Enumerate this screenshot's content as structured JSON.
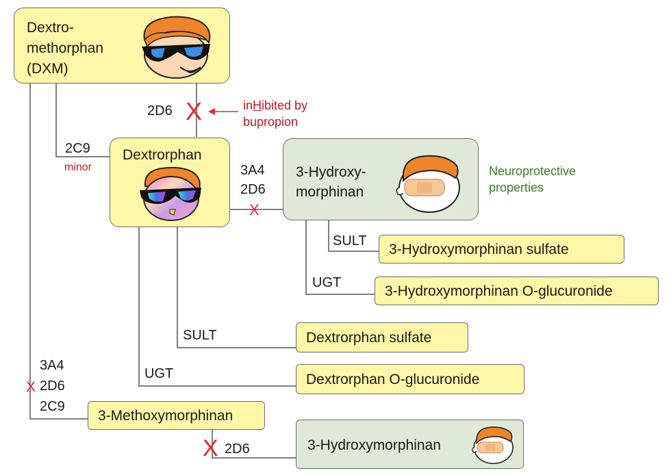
{
  "nodes": {
    "dxm": "Dextro-\nmethorphan\n(DXM)",
    "dextrorphan": "Dextrorphan",
    "hydroxymorphinan_3": "3-Hydroxy-\nmorphinan",
    "hm_sulfate": "3-Hydroxymorphinan sulfate",
    "hm_glucuronide": "3-Hydroxymorphinan O-glucuronide",
    "dx_sulfate": "Dextrorphan sulfate",
    "dx_glucuronide": "Dextrorphan O-glucuronide",
    "methoxymorphinan": "3-Methoxymorphinan",
    "hydroxymorphinan_bottom": "3-Hydroxymorphinan"
  },
  "enzymes": {
    "e_2d6_top": "2D6",
    "e_2c9": "2C9",
    "e_minor": "minor",
    "e_3a4_mid": "3A4",
    "e_2d6_mid": "2D6",
    "e_sult_1": "SULT",
    "e_ugt_1": "UGT",
    "e_sult_2": "SULT",
    "e_ugt_2": "UGT",
    "e_3a4_left": "3A4",
    "e_2d6_left": "2D6",
    "e_2c9_left": "2C9",
    "e_2d6_bottom": "2D6"
  },
  "annotations": {
    "inhibited_prefix": "in",
    "inhibited_h": "H",
    "inhibited_suffix": "ibited by",
    "bupropion": "bupropion",
    "neuroprotective": "Neuroprotective\nproperties"
  },
  "icons": {
    "blocked_mark": "X",
    "arrow": "red-arrow-left",
    "faces": [
      "dexter-sunglasses-face",
      "psychedelic-dexter-face",
      "bandaged-face",
      "bandaged-face-small"
    ]
  },
  "colors": {
    "yellow_box": "#fff7a8",
    "green_box": "#dfe9d8",
    "red": "#e8252b",
    "green_text": "#3d7a2c",
    "border": "#6b6b6b"
  }
}
